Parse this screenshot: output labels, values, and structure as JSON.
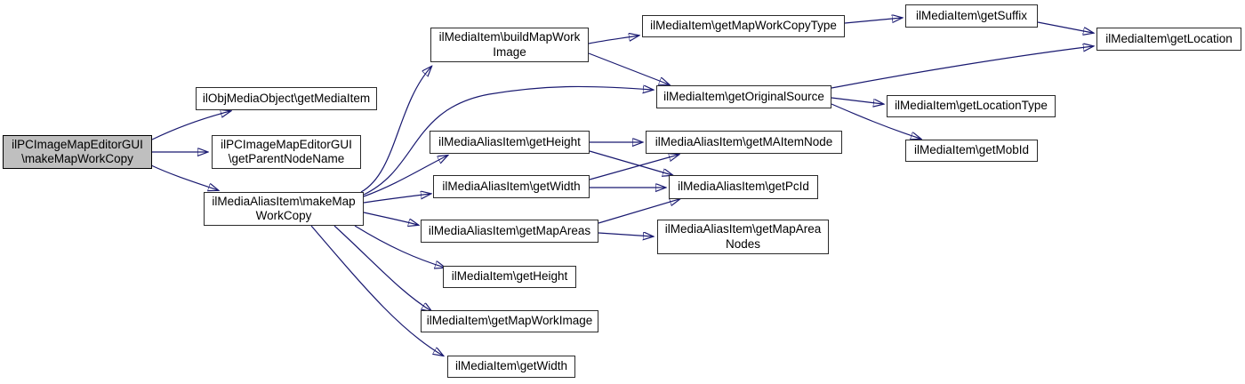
{
  "diagram": {
    "type": "call-graph",
    "root_function": "ilPCImageMapEditorGUI\\makeMapWorkCopy",
    "colors": {
      "background": "#ffffff",
      "edge": "#191970",
      "node_fill": "#ffffff",
      "node_border": "#2a2a2a",
      "root_node_fill": "#bfbfbf"
    }
  },
  "nodes": [
    {
      "id": "pc-makeMapWorkCopy",
      "label": "ilPCImageMapEditorGUI\\makeMapWorkCopy",
      "lines": [
        "ilPCImageMapEditorGUI",
        "\\makeMapWorkCopy"
      ]
    },
    {
      "id": "obj-getMediaItem",
      "label": "ilObjMediaObject\\getMediaItem",
      "lines": [
        "ilObjMediaObject\\getMediaItem"
      ]
    },
    {
      "id": "pc-getParentNodeName",
      "label": "ilPCImageMapEditorGUI\\getParentNodeName",
      "lines": [
        "ilPCImageMapEditorGUI",
        "\\getParentNodeName"
      ]
    },
    {
      "id": "alias-makeMapWorkCopy",
      "label": "ilMediaAliasItem\\makeMapWorkCopy",
      "lines": [
        "ilMediaAliasItem\\makeMap",
        "WorkCopy"
      ]
    },
    {
      "id": "mi-buildMapWorkImage",
      "label": "ilMediaItem\\buildMapWorkImage",
      "lines": [
        "ilMediaItem\\buildMapWork",
        "Image"
      ]
    },
    {
      "id": "mi-getMapWorkCopyType",
      "label": "ilMediaItem\\getMapWorkCopyType",
      "lines": [
        "ilMediaItem\\getMapWorkCopyType"
      ]
    },
    {
      "id": "mi-getSuffix",
      "label": "ilMediaItem\\getSuffix",
      "lines": [
        "ilMediaItem\\getSuffix"
      ]
    },
    {
      "id": "mi-getLocation",
      "label": "ilMediaItem\\getLocation",
      "lines": [
        "ilMediaItem\\getLocation"
      ]
    },
    {
      "id": "mi-getOriginalSource",
      "label": "ilMediaItem\\getOriginalSource",
      "lines": [
        "ilMediaItem\\getOriginalSource"
      ]
    },
    {
      "id": "mi-getLocationType",
      "label": "ilMediaItem\\getLocationType",
      "lines": [
        "ilMediaItem\\getLocationType"
      ]
    },
    {
      "id": "mi-getMobId",
      "label": "ilMediaItem\\getMobId",
      "lines": [
        "ilMediaItem\\getMobId"
      ]
    },
    {
      "id": "alias-getHeight",
      "label": "ilMediaAliasItem\\getHeight",
      "lines": [
        "ilMediaAliasItem\\getHeight"
      ]
    },
    {
      "id": "alias-getMAItemNode",
      "label": "ilMediaAliasItem\\getMAItemNode",
      "lines": [
        "ilMediaAliasItem\\getMAItemNode"
      ]
    },
    {
      "id": "alias-getWidth",
      "label": "ilMediaAliasItem\\getWidth",
      "lines": [
        "ilMediaAliasItem\\getWidth"
      ]
    },
    {
      "id": "alias-getPcId",
      "label": "ilMediaAliasItem\\getPcId",
      "lines": [
        "ilMediaAliasItem\\getPcId"
      ]
    },
    {
      "id": "alias-getMapAreas",
      "label": "ilMediaAliasItem\\getMapAreas",
      "lines": [
        "ilMediaAliasItem\\getMapAreas"
      ]
    },
    {
      "id": "alias-getMapAreaNodes",
      "label": "ilMediaAliasItem\\getMapAreaNodes",
      "lines": [
        "ilMediaAliasItem\\getMapArea",
        "Nodes"
      ]
    },
    {
      "id": "mi-getHeight",
      "label": "ilMediaItem\\getHeight",
      "lines": [
        "ilMediaItem\\getHeight"
      ]
    },
    {
      "id": "mi-getMapWorkImage",
      "label": "ilMediaItem\\getMapWorkImage",
      "lines": [
        "ilMediaItem\\getMapWorkImage"
      ]
    },
    {
      "id": "mi-getWidth",
      "label": "ilMediaItem\\getWidth",
      "lines": [
        "ilMediaItem\\getWidth"
      ]
    }
  ],
  "edges": [
    {
      "from": "pc-makeMapWorkCopy",
      "to": "obj-getMediaItem"
    },
    {
      "from": "pc-makeMapWorkCopy",
      "to": "pc-getParentNodeName"
    },
    {
      "from": "pc-makeMapWorkCopy",
      "to": "alias-makeMapWorkCopy"
    },
    {
      "from": "alias-makeMapWorkCopy",
      "to": "mi-buildMapWorkImage"
    },
    {
      "from": "alias-makeMapWorkCopy",
      "to": "mi-getOriginalSource"
    },
    {
      "from": "alias-makeMapWorkCopy",
      "to": "alias-getHeight"
    },
    {
      "from": "alias-makeMapWorkCopy",
      "to": "alias-getWidth"
    },
    {
      "from": "alias-makeMapWorkCopy",
      "to": "alias-getMapAreas"
    },
    {
      "from": "alias-makeMapWorkCopy",
      "to": "mi-getHeight"
    },
    {
      "from": "alias-makeMapWorkCopy",
      "to": "mi-getMapWorkImage"
    },
    {
      "from": "alias-makeMapWorkCopy",
      "to": "mi-getWidth"
    },
    {
      "from": "mi-buildMapWorkImage",
      "to": "mi-getMapWorkCopyType"
    },
    {
      "from": "mi-buildMapWorkImage",
      "to": "mi-getOriginalSource"
    },
    {
      "from": "mi-getMapWorkCopyType",
      "to": "mi-getSuffix"
    },
    {
      "from": "mi-getSuffix",
      "to": "mi-getLocation"
    },
    {
      "from": "mi-getOriginalSource",
      "to": "mi-getLocation"
    },
    {
      "from": "mi-getOriginalSource",
      "to": "mi-getLocationType"
    },
    {
      "from": "mi-getOriginalSource",
      "to": "mi-getMobId"
    },
    {
      "from": "alias-getHeight",
      "to": "alias-getMAItemNode"
    },
    {
      "from": "alias-getHeight",
      "to": "alias-getPcId"
    },
    {
      "from": "alias-getWidth",
      "to": "alias-getMAItemNode"
    },
    {
      "from": "alias-getWidth",
      "to": "alias-getPcId"
    },
    {
      "from": "alias-getMapAreas",
      "to": "alias-getPcId"
    },
    {
      "from": "alias-getMapAreas",
      "to": "alias-getMapAreaNodes"
    }
  ]
}
